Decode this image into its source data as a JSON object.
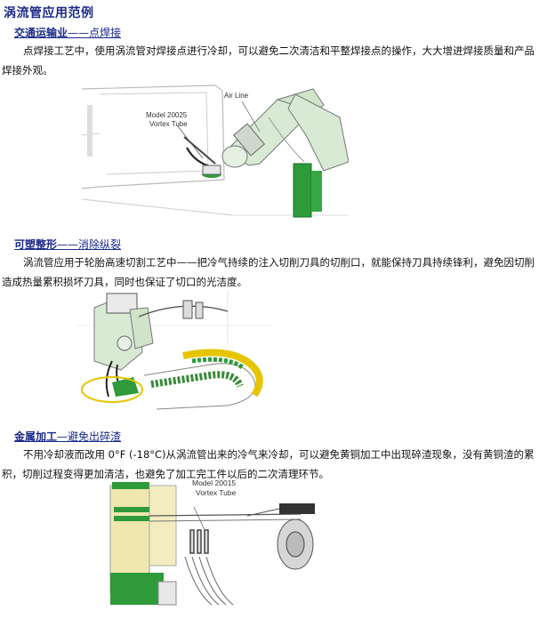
{
  "page_title": "涡流管应用范例",
  "sections": [
    {
      "title_main": "交通运输业",
      "title_rest": "——点焊接",
      "body": "点焊接工艺中，使用涡流管对焊接点进行冷却，可以避免二次清洁和平整焊接点的操作，大大增进焊接质量和产品焊接外观。",
      "figure_labels": [
        "Model 20025",
        "Vortex Tube",
        "Air Line"
      ]
    },
    {
      "title_main": "可塑整形",
      "title_rest": "——消除纵裂",
      "body": "涡流管应用于轮胎高速切割工艺中——把冷气持续的注入切削刀具的切削口，就能保持刀具持续锋利，避免因切削造成热量累积损坏刀具，同时也保证了切口的光洁度。"
    },
    {
      "title_main": "金属加工",
      "title_rest": "—避免出碎渣",
      "body": "不用冷却液而改用 0°F (-18°C)从涡流管出来的冷气来冷却，可以避免黄铜加工中出现碎渣现象，没有黄铜渣的累积，切削过程变得更加清洁，也避免了加工完工件以后的二次清理环节。",
      "figure_labels": [
        "Model 20015",
        "Vortex Tube"
      ]
    }
  ]
}
